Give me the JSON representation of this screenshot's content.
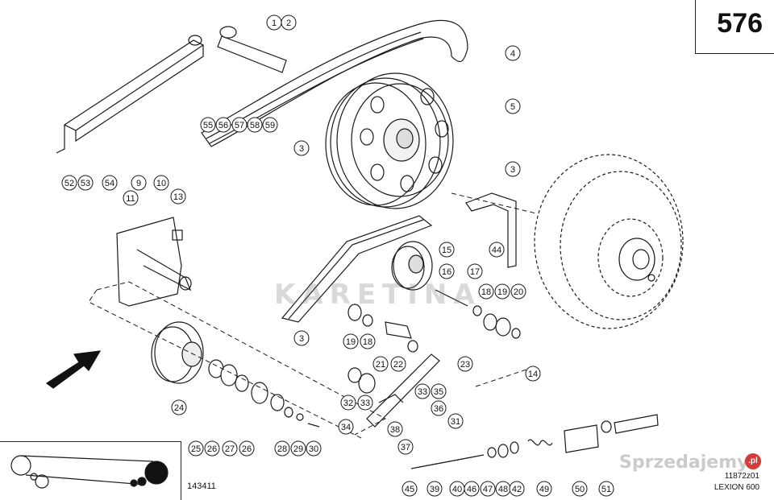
{
  "header": {
    "page_number": "576"
  },
  "footer": {
    "reference": "143411",
    "drawing_code": "11872z01",
    "model": "LEXION 600"
  },
  "watermarks": {
    "karetina": "KARETINA",
    "sprzedajemy": "Sprzedajemy",
    "sprzedajemy_badge": ".pl"
  },
  "callouts": [
    "1",
    "2",
    "4",
    "5",
    "3",
    "3",
    "59",
    "58",
    "57",
    "56",
    "55",
    "3",
    "52",
    "53",
    "54",
    "9",
    "10",
    "11",
    "13",
    "44",
    "15",
    "16",
    "17",
    "18",
    "19",
    "20",
    "19",
    "18",
    "21",
    "22",
    "23",
    "14",
    "24",
    "25",
    "26",
    "27",
    "26",
    "28",
    "29",
    "30",
    "32",
    "33",
    "33",
    "35",
    "36",
    "31",
    "34",
    "38",
    "37",
    "45",
    "39",
    "40",
    "46",
    "47",
    "48",
    "42",
    "49",
    "50",
    "51"
  ]
}
